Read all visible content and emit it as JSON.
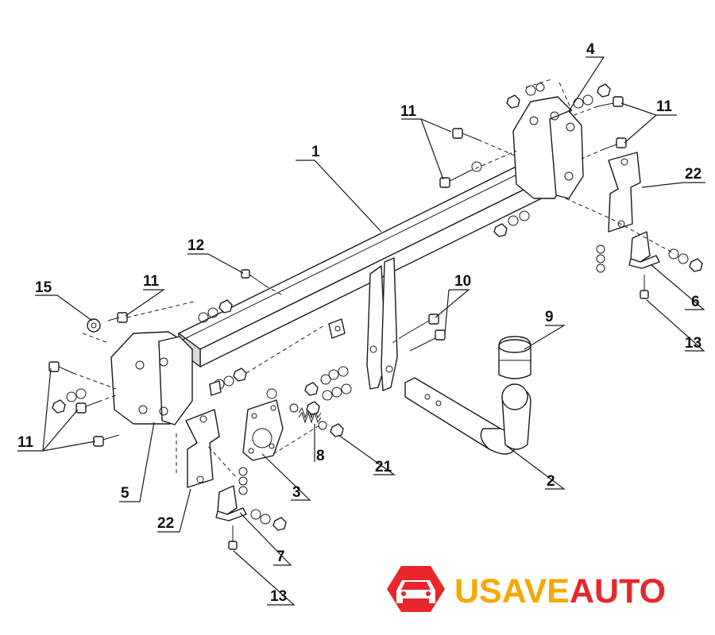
{
  "callouts": {
    "c1": "1",
    "c2": "2",
    "c3": "3",
    "c4": "4",
    "c5": "5",
    "c6": "6",
    "c7": "7",
    "c8": "8",
    "c9": "9",
    "c10": "10",
    "c11a": "11",
    "c11b": "11",
    "c11c": "11",
    "c11d": "11",
    "c12": "12",
    "c13a": "13",
    "c13b": "13",
    "c15": "15",
    "c21": "21",
    "c22a": "22",
    "c22b": "22"
  },
  "logo": {
    "part1": "USAVE",
    "part2": "AUTO",
    "color_primary": "#f5a800",
    "color_accent": "#e8262b",
    "icon": "car-hexagon-icon"
  },
  "colors": {
    "line": "#1a1a1a",
    "background": "#ffffff"
  }
}
